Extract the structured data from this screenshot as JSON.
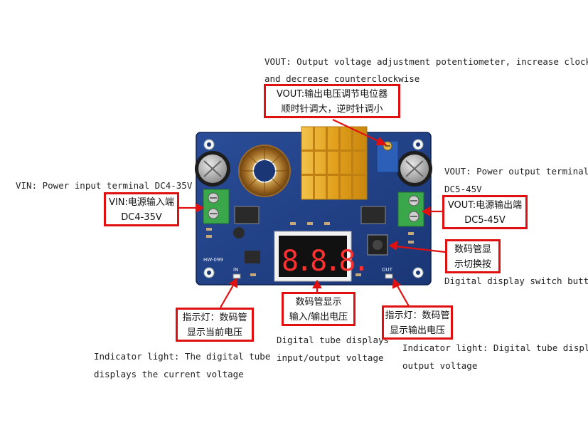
{
  "labels": {
    "vout_en_1": "VOUT: Output voltage adjustment potentiometer, increase clockwise",
    "vout_en_2": "and decrease counterclockwise",
    "vout_cn_1": "VOUT:输出电压调节电位器",
    "vout_cn_2": "顺时针调大，逆时针调小",
    "vin_en": "VIN: Power input terminal DC4-35V",
    "vin_cn_1": "VIN:电源输入端",
    "vin_cn_2": "DC4-35V",
    "voutterm_en_1": "VOUT: Power output terminal",
    "voutterm_en_2": "DC5-45V",
    "voutterm_cn_1": "VOUT:电源输出端",
    "voutterm_cn_2": "DC5-45V",
    "switch_cn_1": "数码管显",
    "switch_cn_2": "示切换按",
    "switch_en": "Digital display switch button",
    "tube_cn_1": "数码管显示",
    "tube_cn_2": "输入/输出电压",
    "tube_en_1": "Digital tube displays",
    "tube_en_2": "input/output voltage",
    "indin_cn_1": "指示灯：数码管",
    "indin_cn_2": "显示当前电压",
    "indin_en_1": "Indicator light: The digital tube",
    "indin_en_2": "displays the current voltage",
    "indout_cn_1": "指示灯：数码管",
    "indout_cn_2": "显示输出电压",
    "indout_en_1": "Indicator light: Digital tube displays",
    "indout_en_2": "output voltage"
  },
  "board": {
    "model": "HW-099",
    "in_label": "IN",
    "out_label": "OUT",
    "digits": "8.8.8."
  },
  "colors": {
    "pcb": "#1f3f86",
    "heatsink": "#e8a920",
    "terminal": "#3aa84a",
    "callout": "#e01010"
  }
}
